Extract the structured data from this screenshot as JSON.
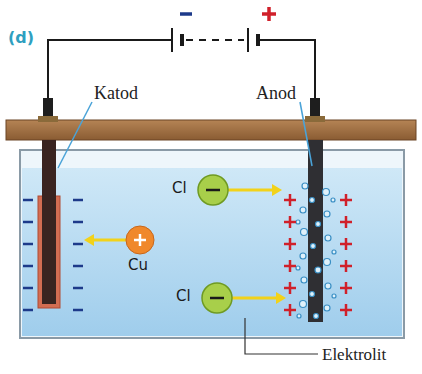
{
  "diagram": {
    "labels": [
      "(d)",
      "Katod",
      "Anod",
      "Cl",
      "Cu",
      "Cl",
      "Elektrolit"
    ]
  }
}
